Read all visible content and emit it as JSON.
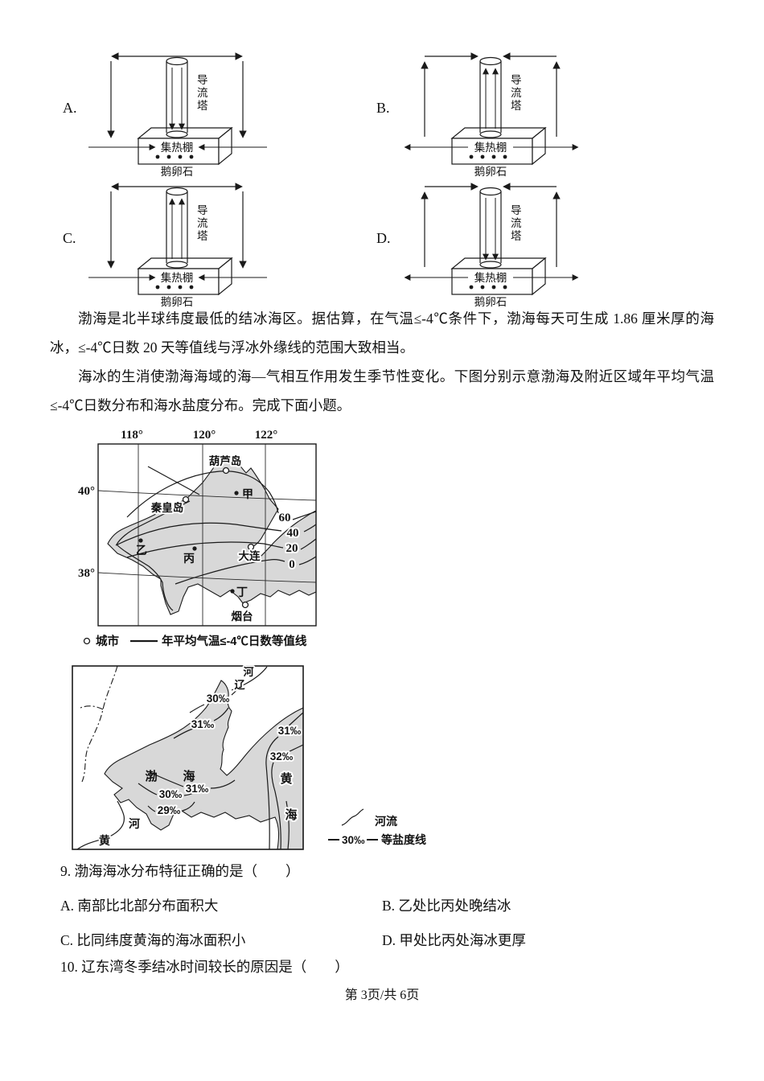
{
  "diagram_options": {
    "letters": [
      "A.",
      "B.",
      "C.",
      "D."
    ],
    "tower_chars": [
      "导",
      "流",
      "塔"
    ],
    "shed": "集热棚",
    "stones": "鹅卵石"
  },
  "intro": {
    "p1": "渤海是北半球纬度最低的结冰海区。据估算，在气温≤-4℃条件下，渤海每天可生成 1.86 厘米厚的海冰，≤-4℃日数 20 天等值线与浮冰外缘线的范围大致相当。",
    "p2": "海冰的生消使渤海海域的海—气相互作用发生季节性变化。下图分别示意渤海及附近区域年平均气温≤-4℃日数分布和海水盐度分布。完成下面小题。"
  },
  "map_days": {
    "lon": [
      "118°",
      "120°",
      "122°"
    ],
    "lat": [
      "40°",
      "38°"
    ],
    "cities": {
      "huludao": "葫芦岛",
      "qinhuangdao": "秦皇岛",
      "dalian": "大连",
      "yantai": "烟台"
    },
    "points": {
      "jia": "甲",
      "yi": "乙",
      "bing": "丙",
      "ding": "丁"
    },
    "isolines": [
      "60",
      "40",
      "20",
      "0"
    ],
    "legend": {
      "city": "城市",
      "isoline": "年平均气温≤-4℃日数等值线"
    }
  },
  "map_salinity": {
    "labels": {
      "top30": "30‰",
      "top31": "31‰",
      "right31": "31‰",
      "right32": "32‰",
      "mid31": "31‰",
      "mid30": "30‰",
      "mid29": "29‰"
    },
    "bohai": [
      "渤",
      "海"
    ],
    "huanghai": [
      "黄",
      "海"
    ],
    "liaohe": [
      "辽",
      "河"
    ],
    "huanghe": [
      "黄",
      "河"
    ],
    "legend": {
      "river": "河流",
      "iso_val": "30‰",
      "iso_label": "等盐度线"
    }
  },
  "questions": {
    "q9_stem": "9. 渤海海冰分布特征正确的是（　　）",
    "q9_a": "A. 南部比北部分布面积大",
    "q9_b": "B. 乙处比丙处晚结冰",
    "q9_c": "C. 比同纬度黄海的海冰面积小",
    "q9_d": "D. 甲处比丙处海冰更厚",
    "q10_stem": "10. 辽东湾冬季结冰时间较长的原因是（　　）"
  },
  "footer": "第 3页/共 6页"
}
